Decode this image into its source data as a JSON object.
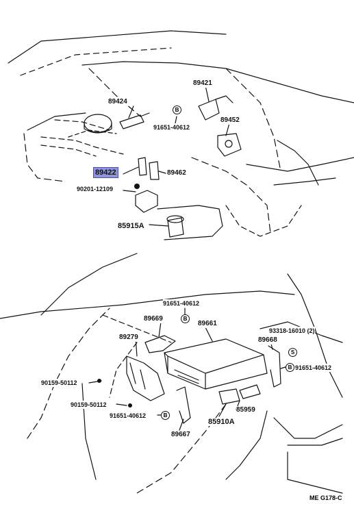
{
  "diagram": {
    "reference_code": "ME G178-C",
    "circle_marker_letter": "B",
    "small_marker_letter": "S",
    "highlight_color": "#8f93d9",
    "parts": {
      "p89421": "89421",
      "p89424": "89424",
      "p91651_top": "91651-40612",
      "p89452": "89452",
      "p89422": "89422",
      "p89462": "89462",
      "p90201": "90201-12109",
      "p85915A": "85915A",
      "p91651_mid": "91651-40612",
      "p89669": "89669",
      "p89661": "89661",
      "p93318": "93318-16010 (2)",
      "p89279": "89279",
      "p89668": "89668",
      "p91651_right": "91651-40612",
      "p90159_a": "90159-50112",
      "p90159_b": "90159-50112",
      "p91651_bottom": "91651-40612",
      "p85959": "85959",
      "p85910A": "85910A",
      "p89667": "89667"
    }
  }
}
